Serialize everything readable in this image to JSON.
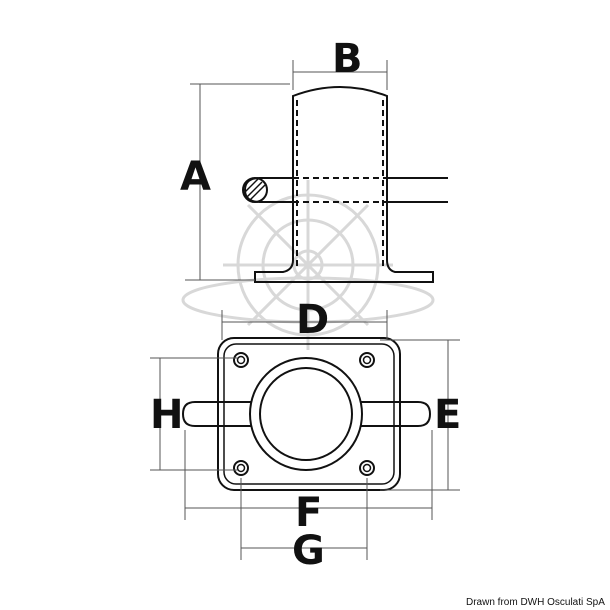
{
  "labels": {
    "a": "A",
    "b": "B",
    "d": "D",
    "e": "E",
    "f": "F",
    "g": "G",
    "h": "H"
  },
  "credit": "Drawn from DWH Osculati SpA",
  "colors": {
    "line": "#111111",
    "dim_line": "#555555",
    "watermark": "#d8d8d8"
  }
}
